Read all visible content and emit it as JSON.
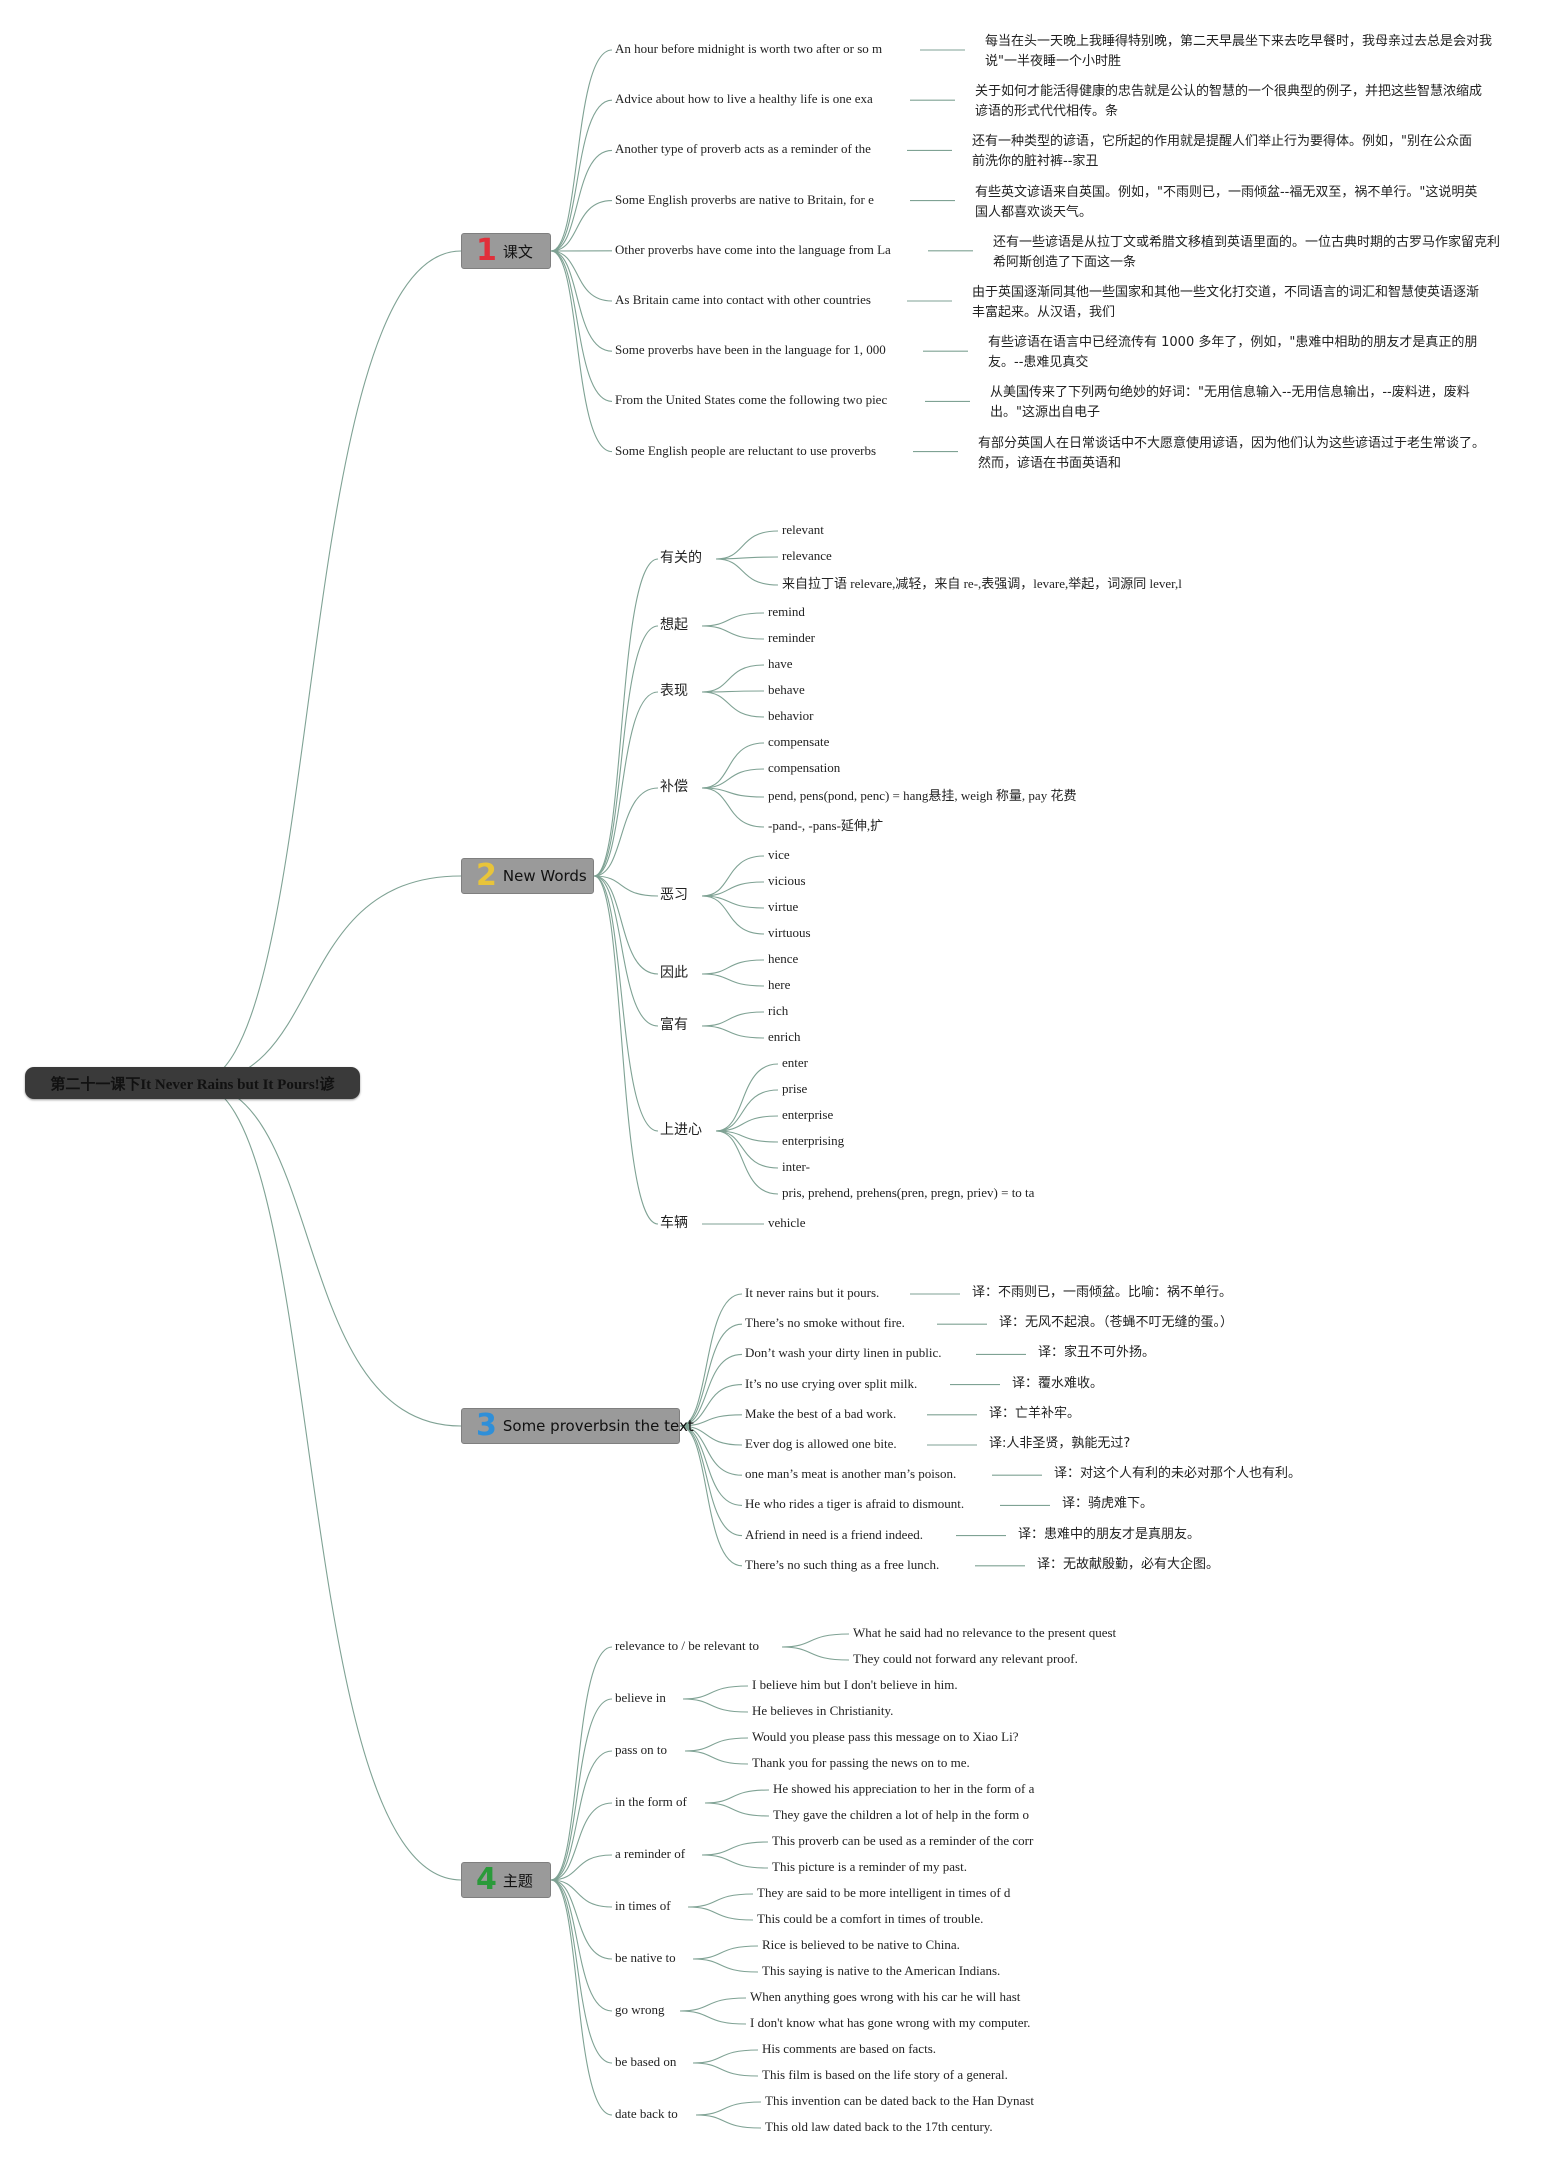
{
  "root": {
    "title": "第二十一课下It Never Rains but It Pours!谚"
  },
  "colors": {
    "link": "#7fa294",
    "branch_bg": "#9a9a9a",
    "root_bg": "#3a3a3a",
    "num1": "#e0303a",
    "num2": "#e8c43a",
    "num3": "#2f8fd8",
    "num4": "#2a9a3a"
  },
  "branches": [
    {
      "num": "1",
      "label": "课文",
      "items": [
        {
          "text": "An hour before midnight is worth two after or so m",
          "trans": "每当在头一天晚上我睡得特别晚，第二天早晨坐下来去吃早餐时，我母亲过去总是会对我说\"一半夜睡一个小时胜"
        },
        {
          "text": "Advice about how to live a healthy life is one exa",
          "trans": "关于如何才能活得健康的忠告就是公认的智慧的一个很典型的例子，并把这些智慧浓缩成谚语的形式代代相传。条"
        },
        {
          "text": "Another type of proverb acts as a reminder of the",
          "trans": "还有一种类型的谚语，它所起的作用就是提醒人们举止行为要得体。例如，\"别在公众面前洗你的脏衬裤--家丑"
        },
        {
          "text": "Some English proverbs are native to Britain, for e",
          "trans": "有些英文谚语来自英国。例如，\"不雨则已，一雨倾盆--福无双至，祸不单行。\"这说明英国人都喜欢谈天气。"
        },
        {
          "text": "Other proverbs have come into the language from La",
          "trans": "还有一些谚语是从拉丁文或希腊文移植到英语里面的。一位古典时期的古罗马作家留克利希阿斯创造了下面这一条"
        },
        {
          "text": "As Britain came into contact with other countries",
          "trans": "由于英国逐渐同其他一些国家和其他一些文化打交道，不同语言的词汇和智慧使英语逐渐丰富起来。从汉语，我们"
        },
        {
          "text": "Some proverbs have been in the language for 1, 000",
          "trans": "有些谚语在语言中已经流传有 1000 多年了，例如，\"患难中相助的朋友才是真正的朋友。--患难见真交"
        },
        {
          "text": "From the United States come the following two piec",
          "trans": "从美国传来了下列两句绝妙的好词：\"无用信息输入--无用信息输出，--废料进，废料出。\"这源出自电子"
        },
        {
          "text": "Some English people are reluctant to use proverbs",
          "trans": "有部分英国人在日常谈话中不大愿意使用谚语，因为他们认为这些谚语过于老生常谈了。然而，谚语在书面英语和"
        }
      ]
    },
    {
      "num": "2",
      "label": "New Words",
      "groups": [
        {
          "cat": "有关的",
          "words": [
            "relevant",
            "relevance",
            "来自拉丁语 relevare,减轻，来自 re-,表强调，levare,举起，词源同 lever,l"
          ]
        },
        {
          "cat": "想起",
          "words": [
            "remind",
            "reminder"
          ]
        },
        {
          "cat": "表现",
          "words": [
            "have",
            "behave",
            "behavior"
          ]
        },
        {
          "cat": "补偿",
          "words": [
            "compensate",
            "compensation",
            "pend, pens(pond, penc) = hang悬挂, weigh 称量, pay 花费",
            "-pand-, -pans-延伸,扩"
          ]
        },
        {
          "cat": "恶习",
          "words": [
            "vice",
            "vicious",
            "virtue",
            "virtuous"
          ]
        },
        {
          "cat": "因此",
          "words": [
            "hence",
            "here"
          ]
        },
        {
          "cat": "富有",
          "words": [
            "rich",
            "enrich"
          ]
        },
        {
          "cat": "上进心",
          "words": [
            "enter",
            "prise",
            "enterprise",
            "enterprising",
            "inter-",
            "pris, prehend, prehens(pren, pregn, priev) = to ta"
          ]
        },
        {
          "cat": "车辆",
          "words": [
            "vehicle"
          ]
        }
      ]
    },
    {
      "num": "3",
      "label": "Some proverbsin the text",
      "items": [
        {
          "text": "It never rains but it pours.",
          "trans": "译：不雨则已，一雨倾盆。比喻：祸不单行。"
        },
        {
          "text": "There’s no smoke without fire.",
          "trans": "译：无风不起浪。（苍蝇不叮无缝的蛋。）"
        },
        {
          "text": "Don’t wash your dirty linen in public.",
          "trans": "译：家丑不可外扬。"
        },
        {
          "text": "It’s no use crying over split milk.",
          "trans": "译：覆水难收。"
        },
        {
          "text": "Make the best of a bad work.",
          "trans": "译：亡羊补牢。"
        },
        {
          "text": "Ever dog is allowed one bite.",
          "trans": "译:人非圣贤，孰能无过?"
        },
        {
          "text": "one man’s meat is another man’s poison.",
          "trans": "译：对这个人有利的未必对那个人也有利。"
        },
        {
          "text": "He who rides a tiger is afraid to dismount.",
          "trans": "译：骑虎难下。"
        },
        {
          "text": "Afriend in need is a friend indeed.",
          "trans": "译：患难中的朋友才是真朋友。"
        },
        {
          "text": "There’s no such thing as a free lunch.",
          "trans": "译：无故献殷勤，必有大企图。"
        }
      ]
    },
    {
      "num": "4",
      "label": "主题",
      "groups": [
        {
          "cat": "relevance to / be relevant to",
          "words": [
            "What he said had no relevance to the present quest",
            "They could not forward any relevant proof."
          ]
        },
        {
          "cat": "believe in",
          "words": [
            "I believe him but I don't believe in him.",
            "He believes in Christianity."
          ]
        },
        {
          "cat": "pass on to",
          "words": [
            "Would you please pass this message on to Xiao Li?",
            "Thank you for passing the news on to me."
          ]
        },
        {
          "cat": "in the form of",
          "words": [
            "He showed his appreciation to her in the form of a",
            "They gave the children a lot of help in the form o"
          ]
        },
        {
          "cat": "a reminder of",
          "words": [
            "This proverb can be used as a reminder of the corr",
            "This picture is a reminder of my past."
          ]
        },
        {
          "cat": "in times of",
          "words": [
            "They are said to be more intelligent in times of d",
            "This could be a comfort in times of trouble."
          ]
        },
        {
          "cat": "be native to",
          "words": [
            "Rice is believed to be native to China.",
            "This saying is native to the American Indians."
          ]
        },
        {
          "cat": "go wrong",
          "words": [
            "When anything goes wrong with his car he will hast",
            "I don't know what has gone wrong with my computer."
          ]
        },
        {
          "cat": "be based on",
          "words": [
            "His comments are based on facts.",
            "This film is based on the life story of a general."
          ]
        },
        {
          "cat": "date back to",
          "words": [
            "This invention can be dated back to the Han Dynast",
            "This old law dated back to the 17th century."
          ]
        }
      ]
    }
  ]
}
